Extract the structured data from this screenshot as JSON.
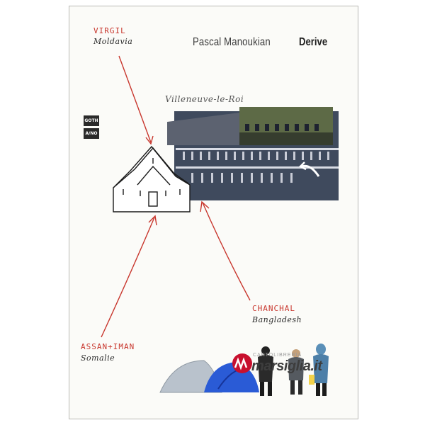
{
  "cover": {
    "author": "Pascal Manoukian",
    "title": "Derive",
    "place": "Villeneuve-le-Roi",
    "series_badge_top": "GOTH",
    "series_badge_bottom": "A/NO",
    "characters": [
      {
        "name": "VIRGIL",
        "country": "Moldavia"
      },
      {
        "name": "CHANCHAL",
        "country": "Bangladesh"
      },
      {
        "name": "ASSAN+IMAN",
        "country": "Somalie"
      }
    ]
  },
  "watermark": {
    "small_text": "CARTOLIBRERIA",
    "brand_text": "marsiglia.it",
    "brand_color": "#c8102e"
  }
}
